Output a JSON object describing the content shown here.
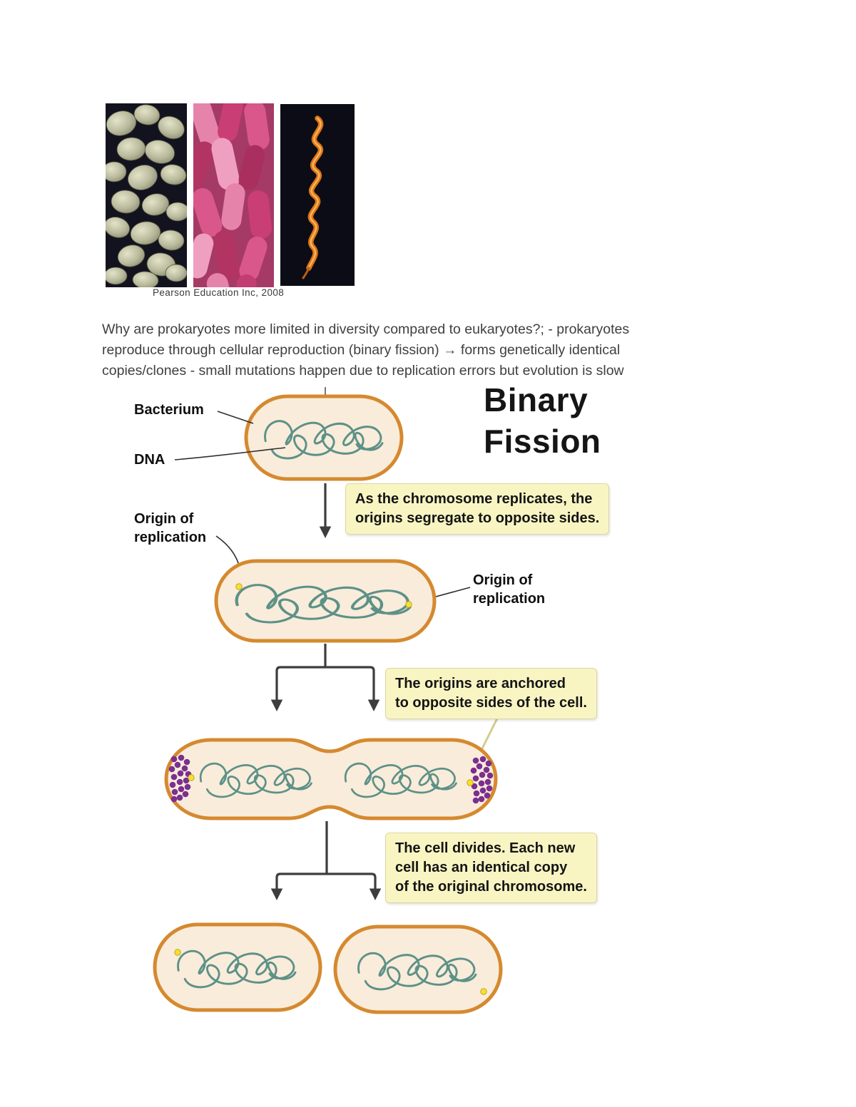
{
  "micrographs": {
    "caption": "Pearson Education Inc, 2008",
    "panels": [
      "cocci bacteria micrograph",
      "rod-shaped bacilli micrograph",
      "spirochete micrograph"
    ]
  },
  "paragraph": {
    "lines": [
      "Why are prokaryotes more limited in diversity compared to eukaryotes?; - prokaryotes",
      "reproduce through cellular reproduction (binary fission) → forms genetically identical",
      "copies/clones - small mutations happen due to replication errors but evolution is slow"
    ]
  },
  "diagram": {
    "title": [
      "Binary",
      "Fission"
    ],
    "labels": {
      "bacterium": "Bacterium",
      "dna": "DNA",
      "origin_left": [
        "Origin of",
        "replication"
      ],
      "origin_right": [
        "Origin of",
        "replication"
      ]
    },
    "callouts": {
      "c1": [
        "As the chromosome replicates, the",
        "origins segregate to opposite sides."
      ],
      "c2": [
        "The origins are anchored",
        "to opposite sides of the cell."
      ],
      "c3": [
        "The cell divides. Each new",
        "cell has an identical copy",
        "of the original chromosome."
      ]
    },
    "colors": {
      "cell_fill": "#f9ecda",
      "cell_border": "#d5892f",
      "dna_strand": "#5d9188",
      "callout_fill": "#f9f5c3",
      "origin_dot": "#f2e32a",
      "anchor_protein_dots": "#7b2f8f",
      "arrow": "#3d3d3d"
    }
  }
}
